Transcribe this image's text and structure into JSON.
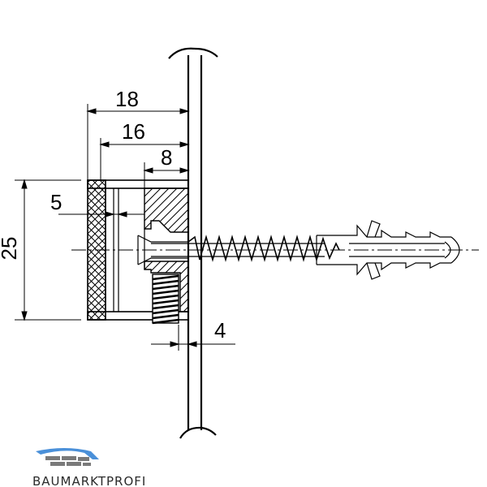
{
  "dimensions": {
    "d18": "18",
    "d16": "16",
    "d8": "8",
    "d5": "5",
    "d25": "25",
    "d4": "4"
  },
  "logo": {
    "text": "BAUMARKTPROFI",
    "colors": {
      "roof": "#4a90d9",
      "bricks": "#7a7a7a"
    }
  }
}
